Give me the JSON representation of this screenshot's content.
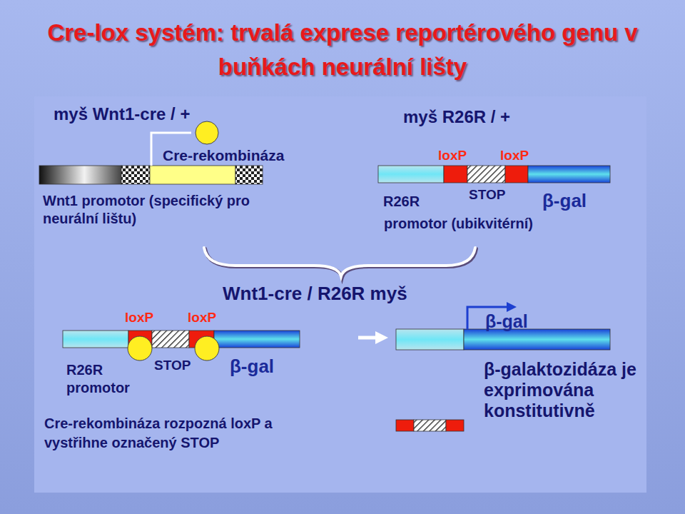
{
  "diagram": {
    "title": "Cre-lox systém: trvalá exprese reportérového genu v buňkách neurální lišty",
    "labels": [
      "myš Wnt1-cre / +",
      "myš R26R / +",
      "Cre-rekombináza",
      "loxP",
      "loxP",
      "Wnt1 promotor (specifický pro neurální lištu)",
      "R26R",
      "STOP",
      "β-gal",
      "promotor (ubikvitérní)",
      "Wnt1-cre / R26R myš",
      "loxP",
      "loxP",
      "β-gal",
      "R26R promotor",
      "STOP",
      "β-gal",
      "Cre-rekombináza rozpozná loxP a vystřihne označený STOP",
      "β-galaktozidáza je exprimována konstitutivně"
    ]
  }
}
